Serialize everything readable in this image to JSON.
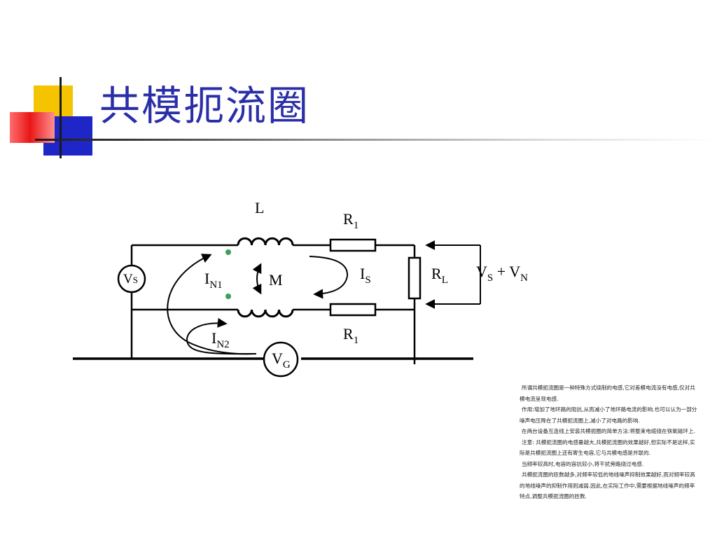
{
  "slide": {
    "title": "共模扼流圈"
  },
  "circuit": {
    "labels": {
      "L": "L",
      "R1_top": "R",
      "R1_top_sub": "1",
      "R1_bottom": "R",
      "R1_bottom_sub": "1",
      "RL": "R",
      "RL_sub": "L",
      "M": "M",
      "IS": "I",
      "IS_sub": "S",
      "IN1": "I",
      "IN1_sub": "N1",
      "IN2": "I",
      "IN2_sub": "N2",
      "VS": "V",
      "VS_sub": "S",
      "VG": "V",
      "VG_sub": "G",
      "VSN_a": "V",
      "VSN_a_sub": "S",
      "VSN_plus": " + V",
      "VSN_b_sub": "N"
    },
    "dot_color": "#3aa05a"
  },
  "notes": [
    "所谓共模扼流圈是一种特殊方式绕制的电感,它对差模电流没有电感,仅对共模电流呈现电感.",
    "作用:增加了地环路的阻抗,从而减小了地环路电流的影响.也可以认为一部分噪声电压降在了共模扼流圈上,减小了对电路的影响.",
    "在两台设备互连线上安装共模扼圈的简单方法:将整束电缆绕在铁氧磁环上.",
    "注意: 共模扼流圈的电感量越大,共模扼流圈的效果越好,但实际不是这样,实际是共模扼流圈上还有寄生电容,它与共模电感是并联的.",
    "当频率较高时,电容的容抗较小,将干扰旁路绕过电感.",
    "共模扼流圈的匝数越多,对频率较低的地线噪声抑制效果越好,而对频率较高的地线噪声的抑制作用则减弱.因此,在实际工作中,需要根据地线噪声的频率特点,调整共模扼流圈的匝数."
  ]
}
